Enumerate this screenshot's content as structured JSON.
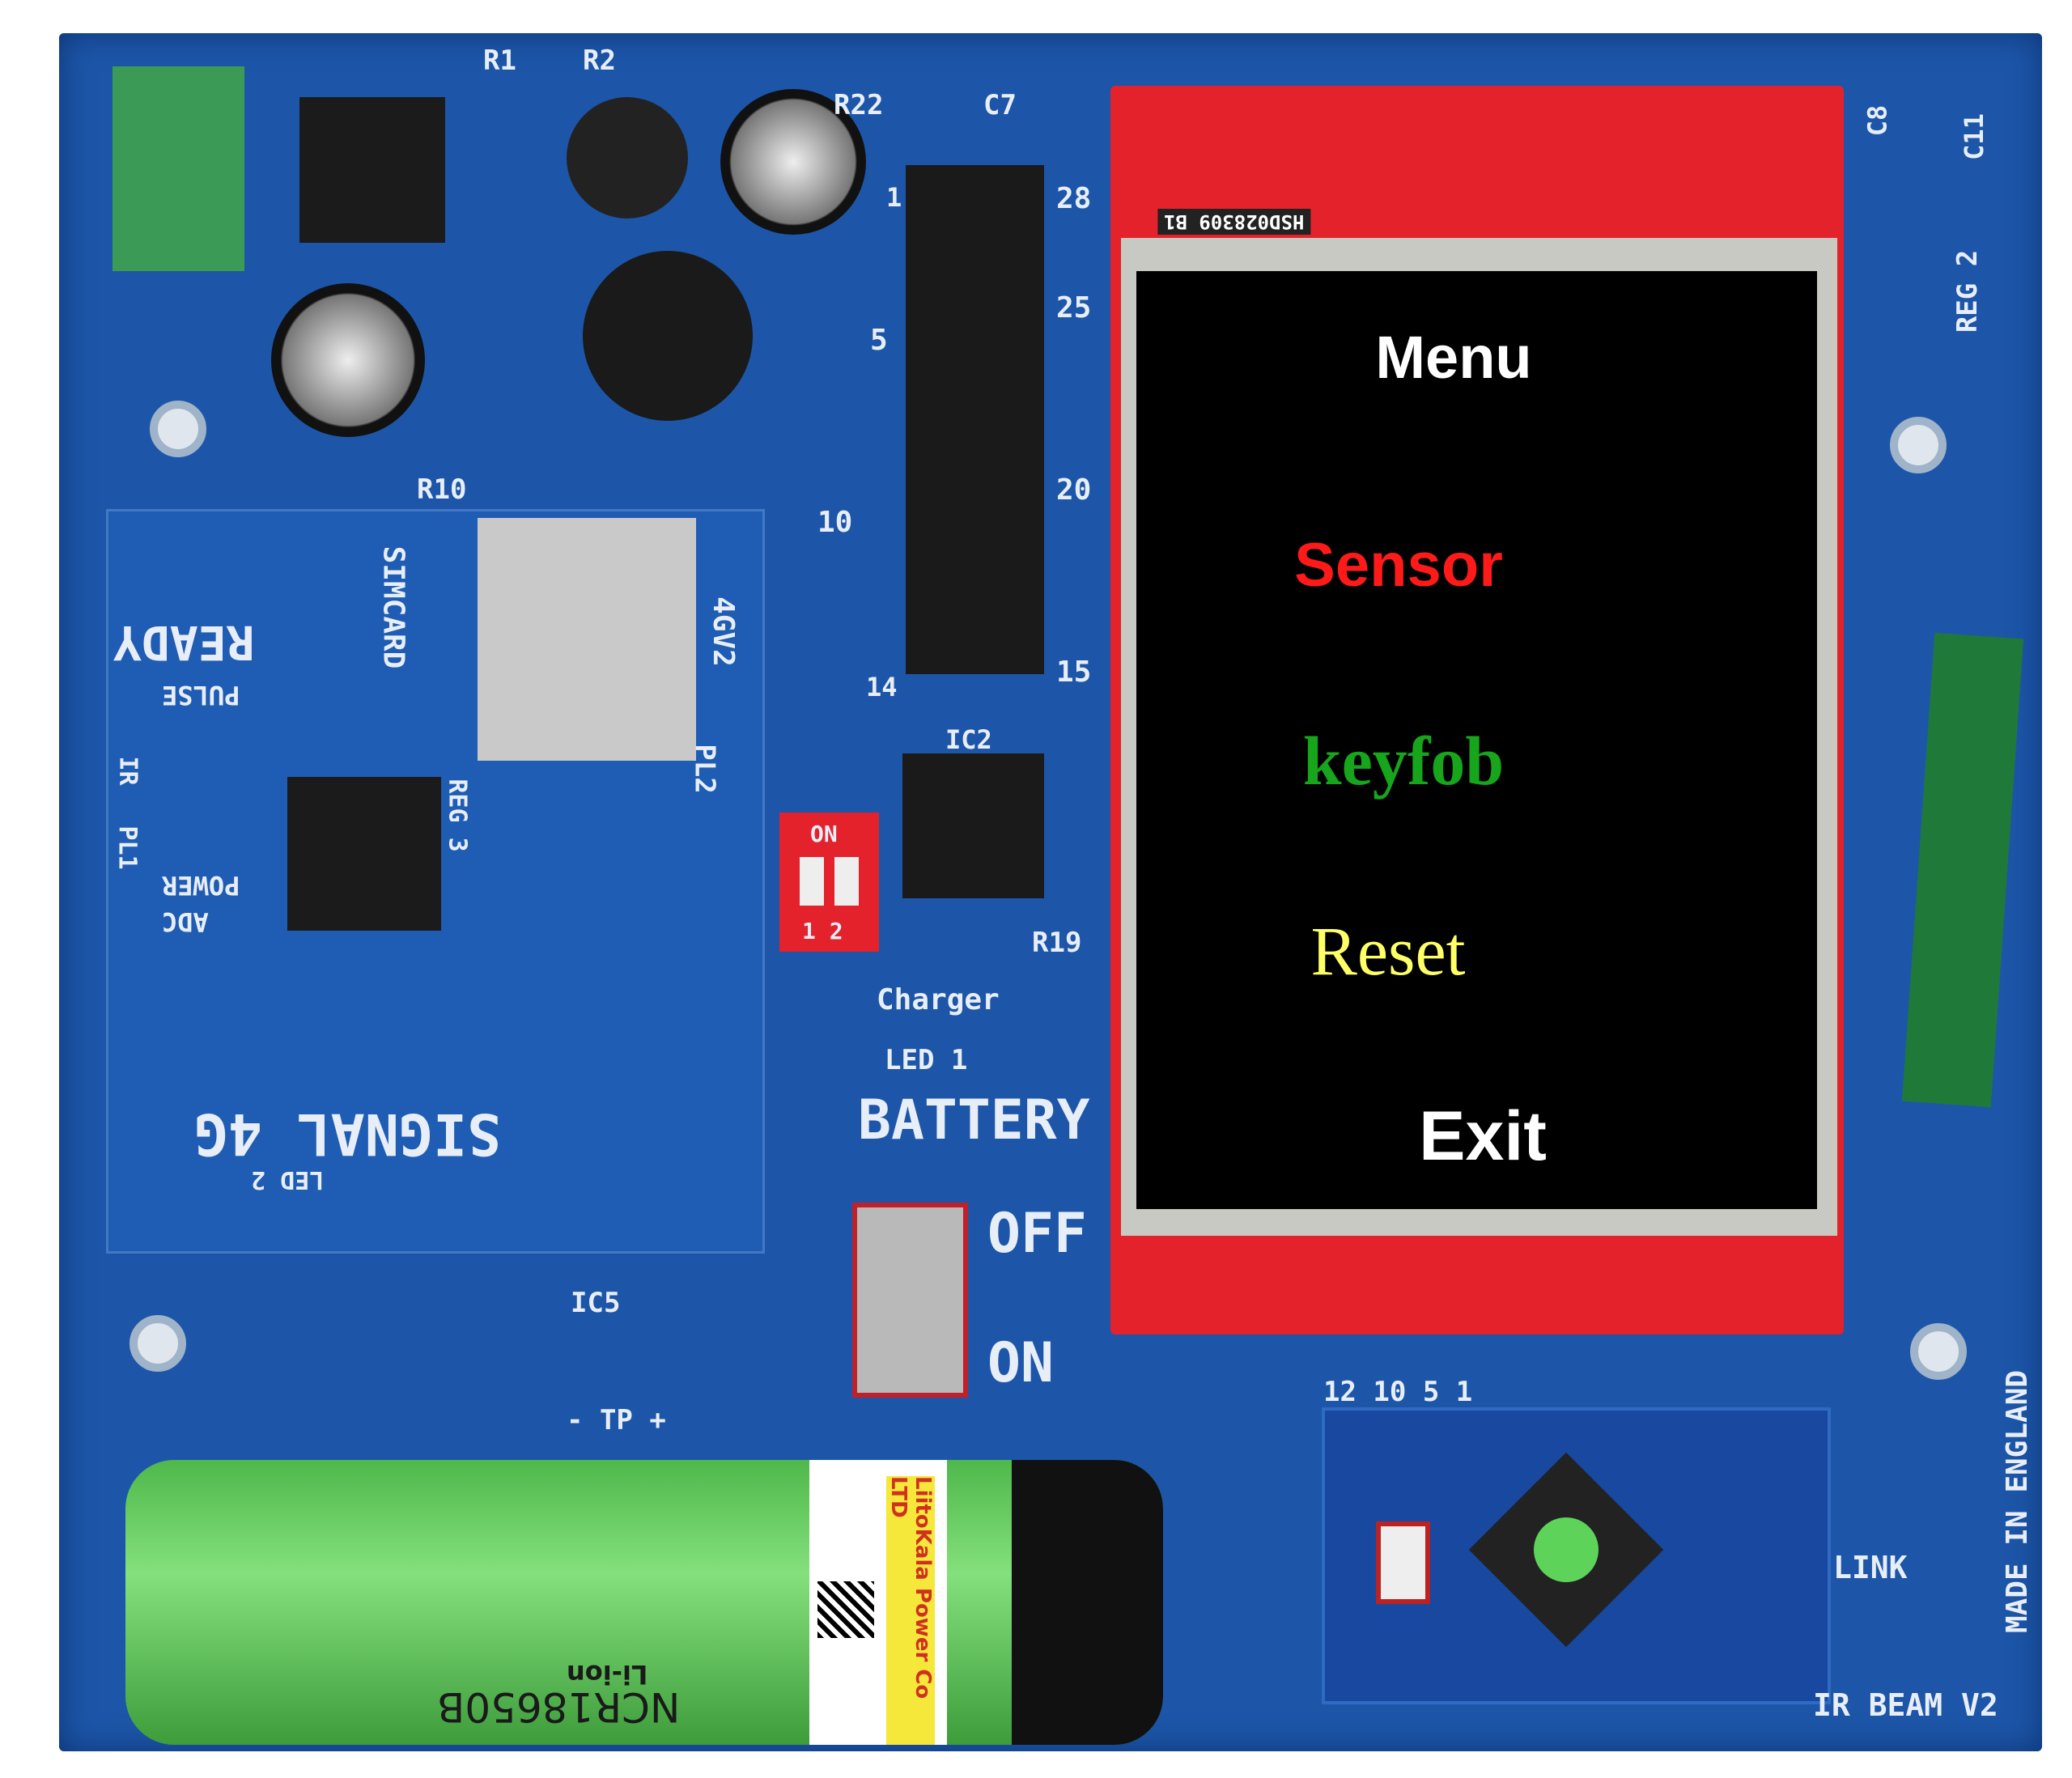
{
  "screen": {
    "menu_title": "Menu",
    "items": [
      {
        "label": "Sensor",
        "color": "#ff1a1a"
      },
      {
        "label": "keyfob",
        "color": "#17a51b"
      },
      {
        "label": "Reset",
        "color": "#ffff66"
      }
    ],
    "exit_label": "Exit"
  },
  "silkscreen": {
    "r1": "R1",
    "r2": "R2",
    "r22": "R22",
    "c7": "C7",
    "c8": "C8",
    "c11": "C11",
    "reg2": "REG 2",
    "r10": "R10",
    "ready": "READY",
    "simcard": "SIMCARD",
    "module": "4GV2",
    "pl2": "PL2",
    "signal": "SIGNAL 4G",
    "led2": "LED 2",
    "pulse": "PULSE",
    "power": "POWER",
    "adc": "ADC",
    "ir": "IR",
    "pl1": "PL1",
    "reg3": "REG 3",
    "ic2": "IC2",
    "charger": "Charger",
    "led1": "LED 1",
    "battery": "BATTERY",
    "off": "OFF",
    "on": "ON",
    "ic5": "IC5",
    "tp": "- TP +",
    "r19": "R19",
    "link": "LINK",
    "made_in": "MADE IN ENGLAND",
    "board_name": "IR BEAM V2",
    "dip_on": "ON",
    "dip_nums": "1 2",
    "pins": [
      "1",
      "5",
      "10",
      "14",
      "15",
      "20",
      "25",
      "28"
    ],
    "mini_pins": "12  10     5     1",
    "display_label": "HSD028309 B1"
  },
  "battery": {
    "model": "NCR18650B",
    "type": "Li-ion",
    "brand": "LiitoKala Power Co LTD"
  }
}
